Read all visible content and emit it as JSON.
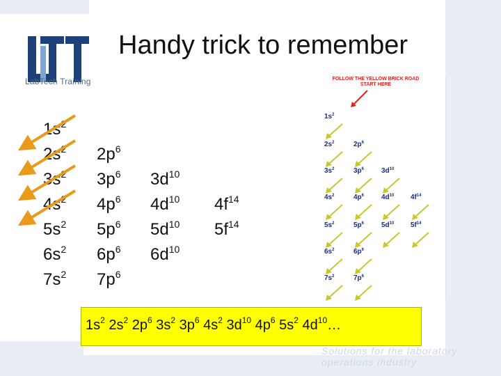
{
  "title": "Handy trick to remember",
  "logo": {
    "subtitle": "LabTech Training"
  },
  "footer_tagline": "Solutions for the laboratory operations industry",
  "columns": {
    "s": [
      {
        "base": "1s",
        "exp": "2"
      },
      {
        "base": "2s",
        "exp": "2"
      },
      {
        "base": "3s",
        "exp": "2"
      },
      {
        "base": "4s",
        "exp": "2"
      },
      {
        "base": "5s",
        "exp": "2"
      },
      {
        "base": "6s",
        "exp": "2"
      },
      {
        "base": "7s",
        "exp": "2"
      }
    ],
    "p": [
      {
        "base": "2p",
        "exp": "6"
      },
      {
        "base": "3p",
        "exp": "6"
      },
      {
        "base": "4p",
        "exp": "6"
      },
      {
        "base": "5p",
        "exp": "6"
      },
      {
        "base": "6p",
        "exp": "6"
      },
      {
        "base": "7p",
        "exp": "6"
      }
    ],
    "d": [
      {
        "base": "3d",
        "exp": "10"
      },
      {
        "base": "4d",
        "exp": "10"
      },
      {
        "base": "5d",
        "exp": "10"
      },
      {
        "base": "6d",
        "exp": "10"
      }
    ],
    "f": [
      {
        "base": "4f",
        "exp": "14"
      },
      {
        "base": "5f",
        "exp": "14"
      }
    ]
  },
  "diagram": {
    "header_line1": "FOLLOW THE YELLOW BRICK ROAD",
    "header_line2": "START HERE",
    "rows": [
      [
        {
          "base": "1s",
          "exp": "2"
        }
      ],
      [
        {
          "base": "2s",
          "exp": "2"
        },
        {
          "base": "2p",
          "exp": "6"
        }
      ],
      [
        {
          "base": "3s",
          "exp": "2"
        },
        {
          "base": "3p",
          "exp": "6"
        },
        {
          "base": "3d",
          "exp": "10"
        }
      ],
      [
        {
          "base": "4s",
          "exp": "2"
        },
        {
          "base": "4p",
          "exp": "6"
        },
        {
          "base": "4d",
          "exp": "10"
        },
        {
          "base": "4f",
          "exp": "14"
        }
      ],
      [
        {
          "base": "5s",
          "exp": "2"
        },
        {
          "base": "5p",
          "exp": "6"
        },
        {
          "base": "5d",
          "exp": "10"
        },
        {
          "base": "5f",
          "exp": "14"
        }
      ],
      [
        {
          "base": "6s",
          "exp": "2"
        },
        {
          "base": "6p",
          "exp": "6"
        }
      ],
      [
        {
          "base": "7s",
          "exp": "2"
        },
        {
          "base": "7p",
          "exp": "6"
        }
      ]
    ]
  },
  "sequence": [
    {
      "base": "1s",
      "exp": "2"
    },
    {
      "base": "2s",
      "exp": "2"
    },
    {
      "base": "2p",
      "exp": "6"
    },
    {
      "base": "3s",
      "exp": "2"
    },
    {
      "base": "3p",
      "exp": "6"
    },
    {
      "base": "4s",
      "exp": "2"
    },
    {
      "base": "3d",
      "exp": "10"
    },
    {
      "base": "4p",
      "exp": "6"
    },
    {
      "base": "5s",
      "exp": "2"
    },
    {
      "base": "4d",
      "exp": "10"
    }
  ],
  "sequence_suffix": "…",
  "colors": {
    "arrow": "#e89a1a",
    "diagram_arrow": "#c8c828",
    "highlight": "#ffff00",
    "logo": "#1f3f78",
    "header_red": "#e02020"
  }
}
